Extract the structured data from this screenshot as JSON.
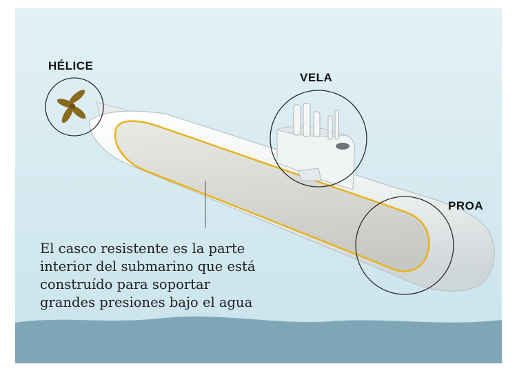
{
  "labels": {
    "propeller": "HÉLICE",
    "sail": "VELA",
    "bow": "PROA"
  },
  "caption": {
    "lines": [
      "El casco resistente es la parte",
      "interior del submarino que está",
      "construído para soportar",
      "grandes presiones bajo el agua"
    ]
  },
  "colors": {
    "water_background": "#d6ebf1",
    "seabed": "#7fa6b6",
    "hull": "#f3f5f5",
    "pressure_hull": "#d9dad6",
    "pressure_hull_outline": "#e8b21b",
    "propeller": "#8a6a1e",
    "callout_circle": "#2b2b2b"
  }
}
